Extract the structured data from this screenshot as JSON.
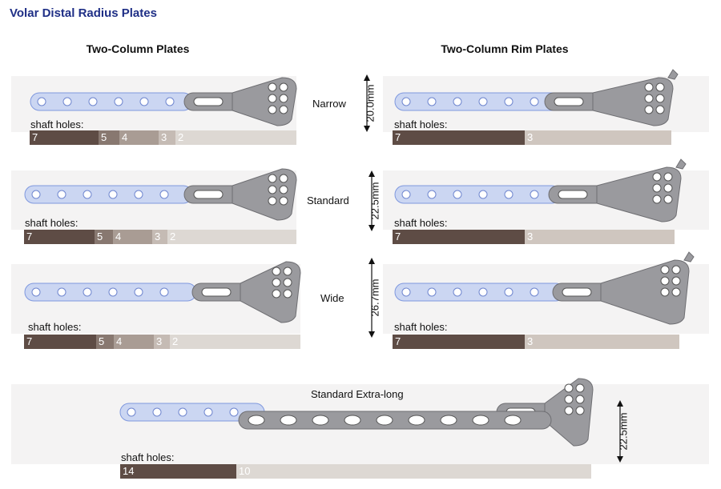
{
  "title": "Volar Distal Radius Plates",
  "columns": {
    "left": "Two-Column Plates",
    "right": "Two-Column Rim Plates"
  },
  "shaft_holes_label": "shaft holes:",
  "colors": {
    "title": "#1f2f86",
    "seg7": "#5e4c45",
    "seg5": "#887870",
    "seg4": "#a99c94",
    "seg3": "#c5bbb4",
    "seg2": "#ddd8d3",
    "plate_blue": "#a9bdf0",
    "plate_steel": "#9a9a9e"
  },
  "rows": [
    {
      "label": "Narrow",
      "width": "20.0mm",
      "left_holes": [
        "7",
        "5",
        "4",
        "3",
        "2"
      ],
      "right_holes": [
        "7",
        "3"
      ]
    },
    {
      "label": "Standard",
      "width": "22.5mm",
      "left_holes": [
        "7",
        "5",
        "4",
        "3",
        "2"
      ],
      "right_holes": [
        "7",
        "3"
      ]
    },
    {
      "label": "Wide",
      "width": "26.7mm",
      "left_holes": [
        "7",
        "5",
        "4",
        "3",
        "2"
      ],
      "right_holes": [
        "7",
        "3"
      ]
    }
  ],
  "extra_long": {
    "label": "Standard Extra-long",
    "width": "22.5mm",
    "holes": [
      "14",
      "10"
    ]
  }
}
